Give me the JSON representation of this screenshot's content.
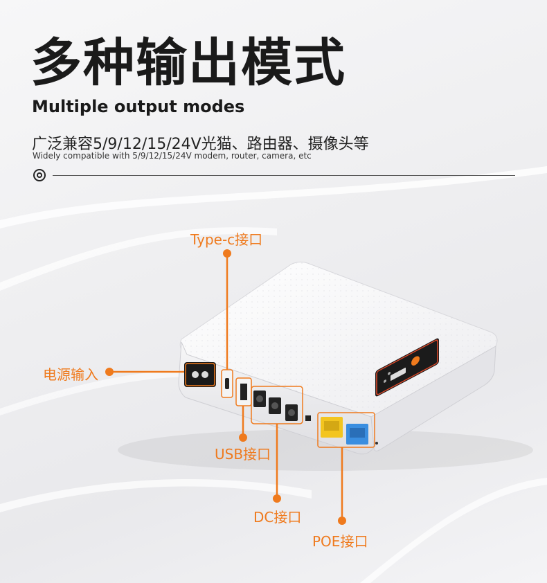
{
  "header": {
    "title_cn": "多种输出模式",
    "title_en": "Multiple output modes",
    "desc_cn": "广泛兼容5/9/12/15/24V光猫、路由器、摄像头等",
    "desc_en": "Widely compatible with 5/9/12/15/24V modem, router, camera, etc"
  },
  "callouts": {
    "typec": "Type-c接口",
    "power": "电源输入",
    "usb": "USB接口",
    "dc": "DC接口",
    "poe": "POE接口"
  },
  "colors": {
    "accent": "#ef7a1d",
    "text": "#1a1a1a",
    "device": "#ffffff",
    "poe_yellow": "#f3c51f",
    "poe_blue": "#3a8ee0"
  }
}
